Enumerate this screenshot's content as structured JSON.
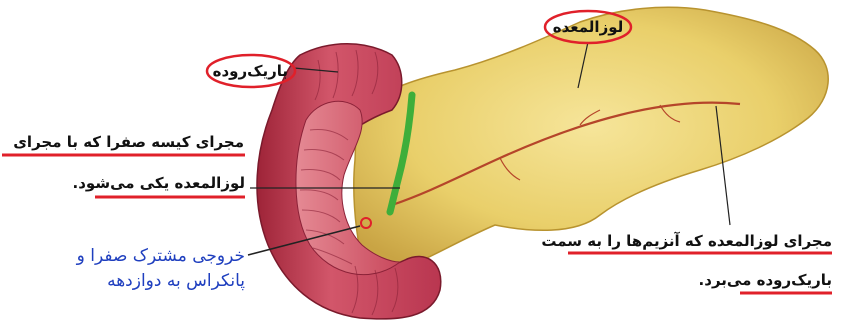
{
  "labels": {
    "pancreas": "لوزالمعده",
    "small_intestine": "باریک‌روده",
    "bile_duct_line1": "مجرای کیسه صفرا که با مجرای",
    "bile_duct_line2": "لوزالمعده یکی می‌شود.",
    "pancreatic_duct_line1": "مجرای لوزالمعده که آنزیم‌ها را به سمت",
    "pancreatic_duct_line2": "باریک‌روده می‌برد.",
    "common_outlet_line1": "خروجی مشترک صفرا و",
    "common_outlet_line2": "پانکراس به دوازدهه"
  },
  "colors": {
    "highlight_red": "#e0202a",
    "blue_text": "#1f3fbf",
    "pancreas_fill": "#e9cf6a",
    "intestine_fill": "#c9485c",
    "bile_duct": "#3fae3a"
  }
}
